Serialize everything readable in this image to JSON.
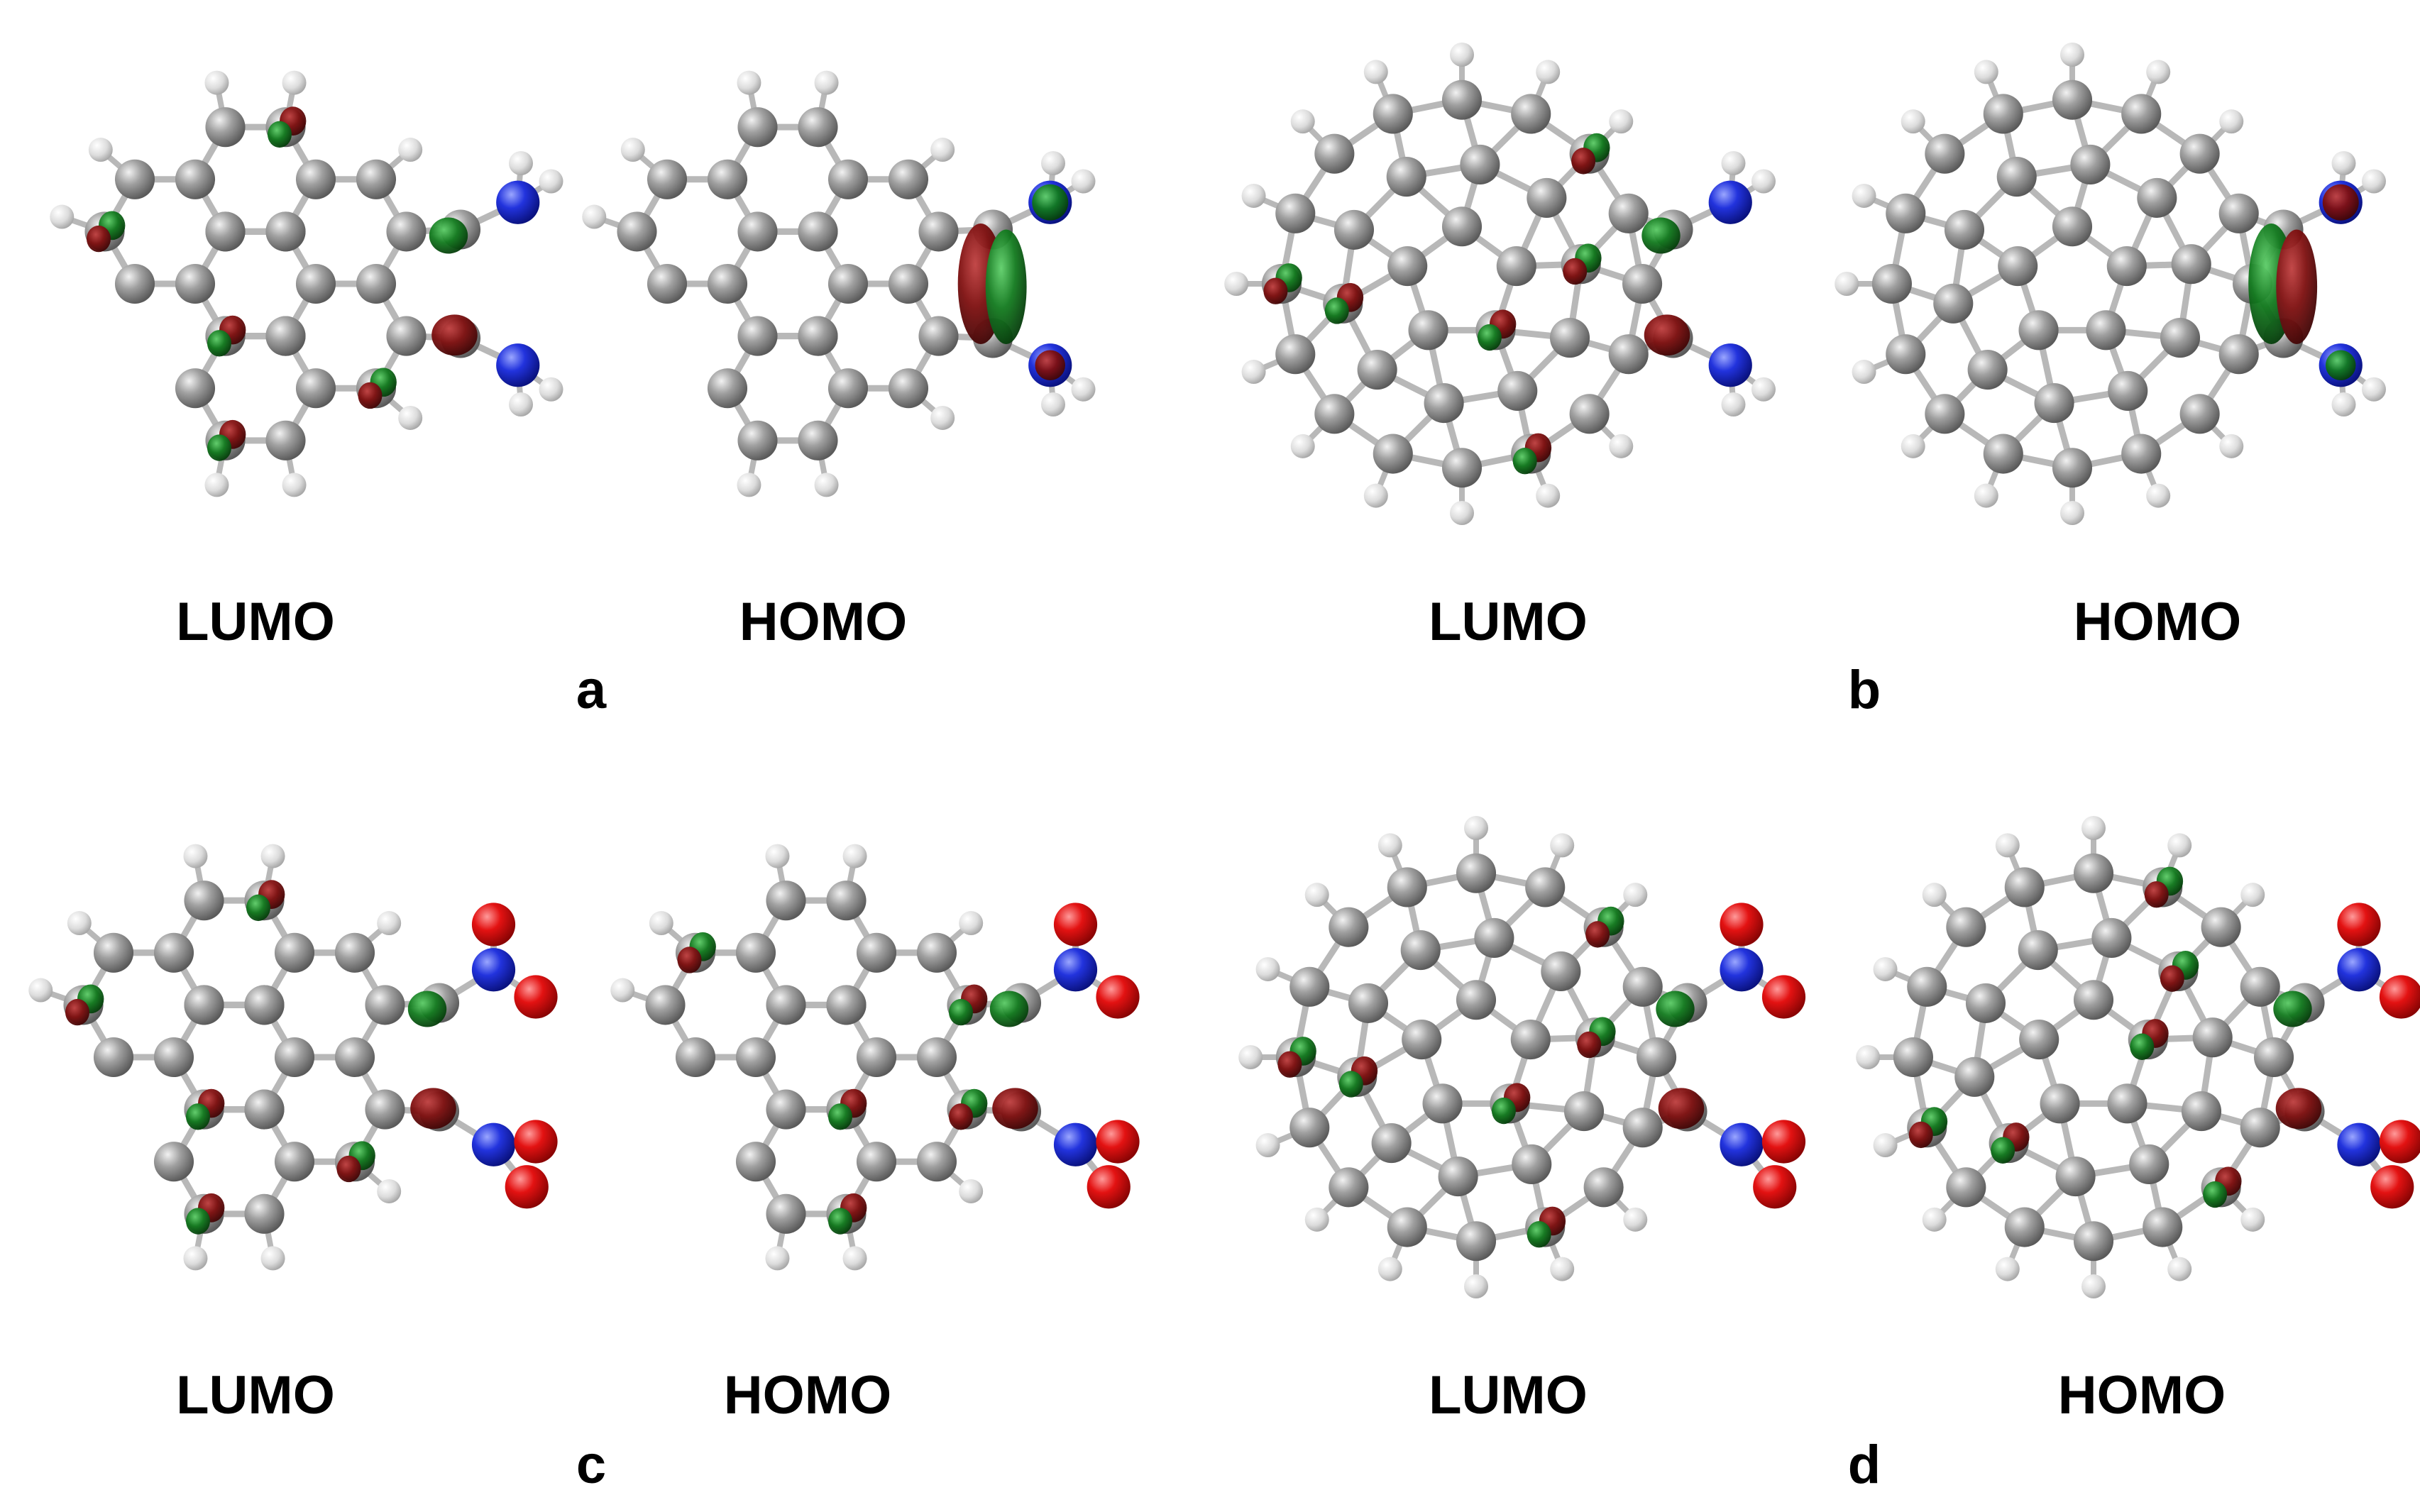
{
  "figure": {
    "panels": [
      {
        "id": "a",
        "letter": "a",
        "substituent": "amino",
        "core": "planar",
        "orbitals": [
          {
            "label": "LUMO"
          },
          {
            "label": "HOMO"
          }
        ]
      },
      {
        "id": "b",
        "letter": "b",
        "substituent": "amino",
        "core": "bowl",
        "orbitals": [
          {
            "label": "LUMO"
          },
          {
            "label": "HOMO"
          }
        ]
      },
      {
        "id": "c",
        "letter": "c",
        "substituent": "nitro",
        "core": "planar",
        "orbitals": [
          {
            "label": "LUMO"
          },
          {
            "label": "HOMO"
          }
        ]
      },
      {
        "id": "d",
        "letter": "d",
        "substituent": "nitro",
        "core": "bowl",
        "orbitals": [
          {
            "label": "LUMO"
          },
          {
            "label": "HOMO"
          }
        ]
      }
    ],
    "colors": {
      "carbon": "#8c8c8c",
      "hydrogen": "#e0e0e0",
      "nitrogen": "#1f2fd6",
      "oxygen": "#e01010",
      "lobe_positive": "#7a0f0f",
      "lobe_negative": "#0f6a1a",
      "bond": "#b8b8b8"
    }
  }
}
